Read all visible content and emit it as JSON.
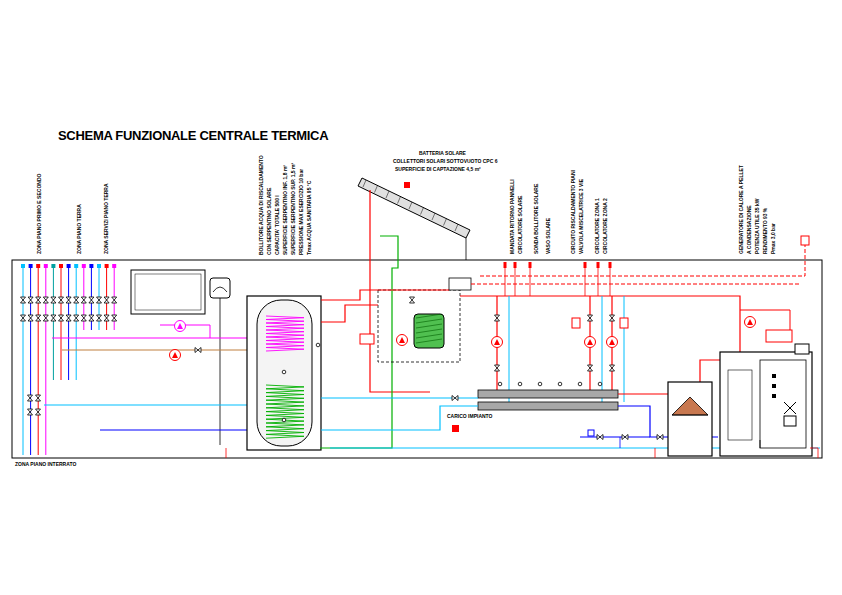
{
  "diagram": {
    "title": "SCHEMA FUNZIONALE CENTRALE TERMICA",
    "labels": [
      "ZONA PIANO PRIMO E SECONDO",
      "ZONA PIANO TERRA",
      "ZONA SERVIZI PIANO TERRA",
      "ZONA PIANO INTERRATO",
      "BOLLITORE ACQUA DI RISCALDAMENTO",
      "CON SERPENTINO SOLARE",
      "CAPACITA' TOTALE 500 l",
      "SUPERFICIE SERPENTINO INF. 1,8 m²",
      "SUPERFICIE SERPENTINO SUP. 1,5 m²",
      "PRESSIONE MAX ESERCIZIO 10 bar",
      "Tmax ACQUA SANITARIA 95 °C",
      "BATTERIA SOLARE",
      "COLLETTORI SOLARI SOTTOVUOTO CPC 6",
      "SUPERFICIE DI CAPTAZIONE 4,5 m²",
      "MANDATA RITORNO PANNELLI",
      "CIRCOLATORE SOLARE",
      "SONDA BOLLITORE SOLARE",
      "VASO SOLARE",
      "CIRCUITO RISCALDAMENTO PIANI",
      "VALVOLA MISCELATRICE 3 VIE",
      "CIRCOLATORE ZONA 1",
      "CIRCOLATORE ZONA 2",
      "GENERATORE DI CALORE A PELLET",
      "A CONDENSAZIONE",
      "POTENZA UTILE 35 kW",
      "RENDIMENTO 93 %",
      "Pmax 3,0 bar",
      "CARICO IMPIANTO"
    ]
  }
}
